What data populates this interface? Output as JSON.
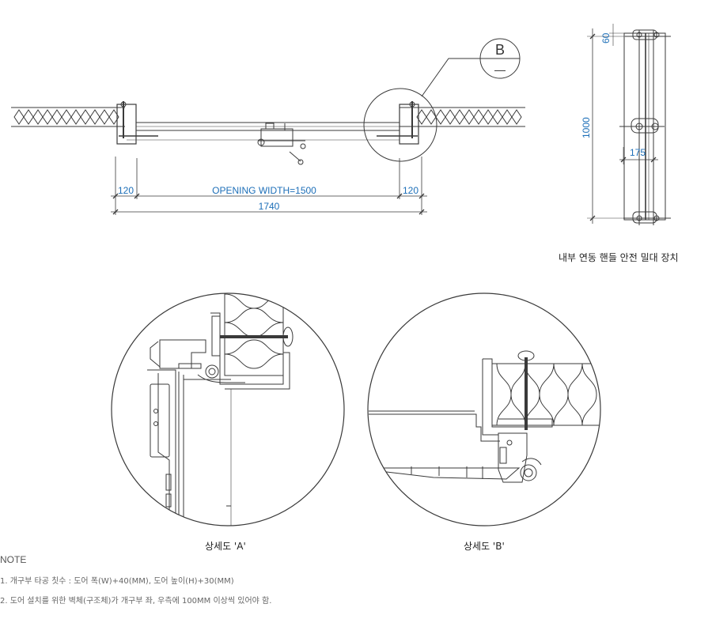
{
  "top_view": {
    "dim_left": "120",
    "dim_opening": "OPENING WIDTH=1500",
    "dim_right": "120",
    "dim_total": "1740",
    "detail_callout_letter": "B",
    "detail_callout_dash": "—"
  },
  "side_view": {
    "dim_top": "60",
    "dim_height": "1000",
    "dim_inner": "175",
    "caption": "내부 연동 핸들 안전 밀대 장치"
  },
  "detail_a": {
    "caption": "상세도 'A'"
  },
  "detail_b": {
    "caption": "상세도 'B'"
  },
  "notes": {
    "title": "NOTE",
    "lines": [
      "1. 개구부 타공 칫수 : 도어 폭(W)+40(MM), 도어 높이(H)+30(MM)",
      "2. 도어 설치를 위한 벽체(구조체)가 개구부 좌, 우측에 100MM 이상씩 있어야 함."
    ]
  },
  "colors": {
    "line": "#3a3a3a",
    "dimension": "#1d6fb8",
    "background": "#ffffff"
  }
}
